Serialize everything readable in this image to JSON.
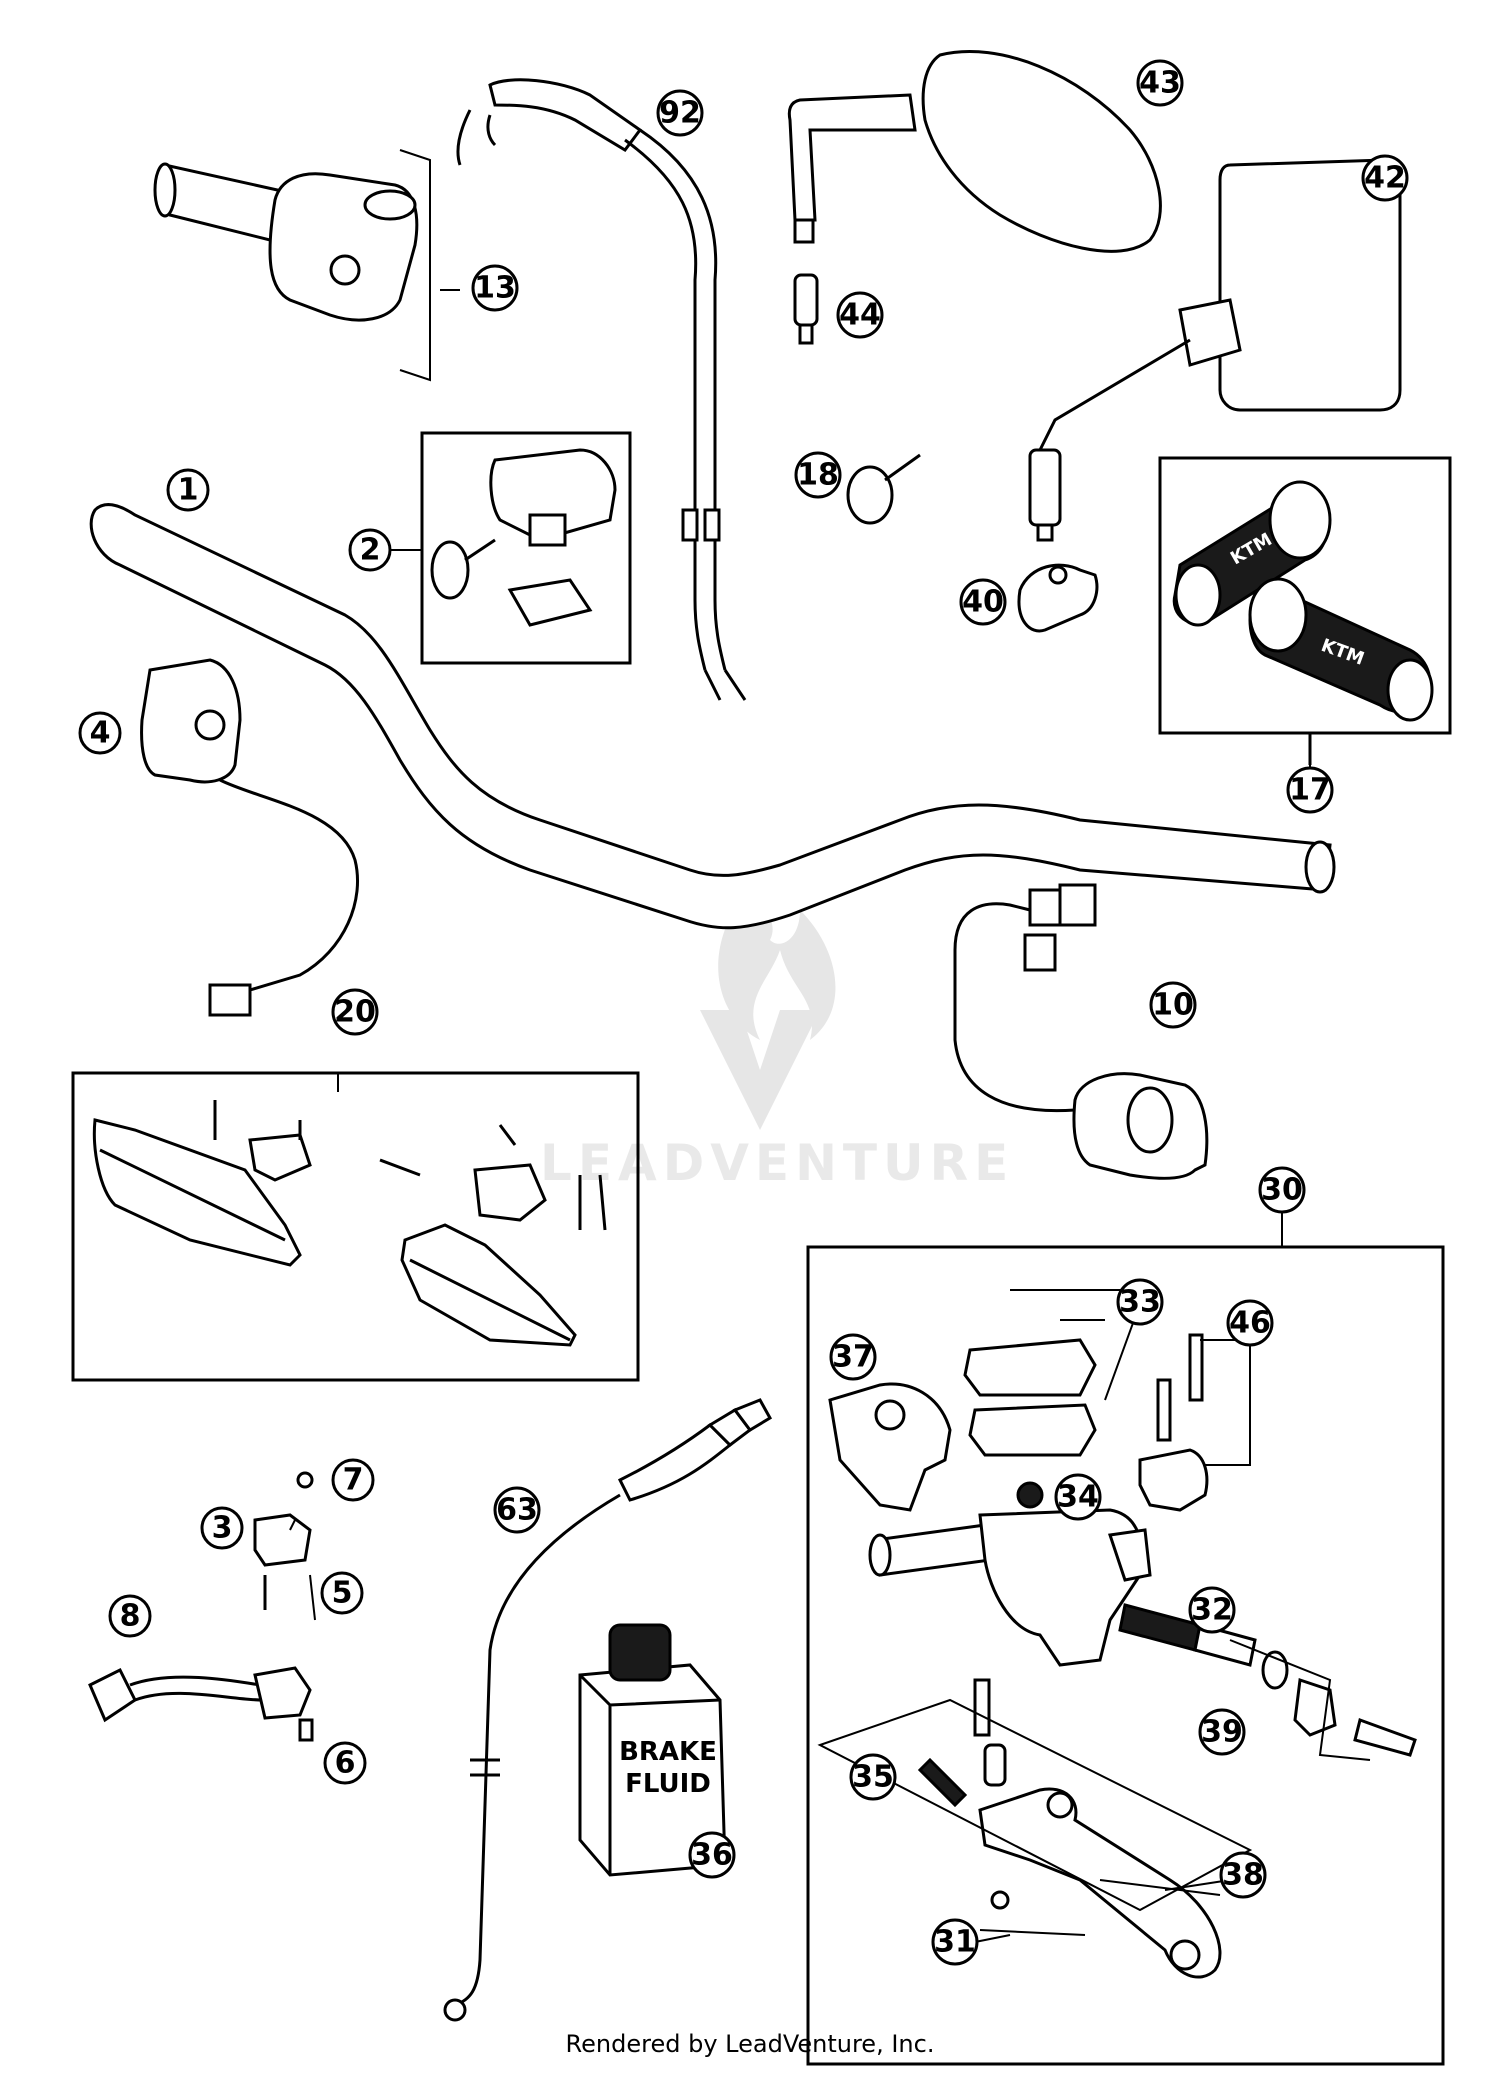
{
  "diagram": {
    "watermark": "LEADVENTURE",
    "footer": "Rendered by LeadVenture, Inc.",
    "brake_fluid_label": [
      "BRAKE",
      "FLUID"
    ],
    "grip_marking": "KTM",
    "callouts": [
      {
        "id": "c1",
        "label": "1"
      },
      {
        "id": "c2",
        "label": "2"
      },
      {
        "id": "c3",
        "label": "3"
      },
      {
        "id": "c4",
        "label": "4"
      },
      {
        "id": "c5",
        "label": "5"
      },
      {
        "id": "c6",
        "label": "6"
      },
      {
        "id": "c7",
        "label": "7"
      },
      {
        "id": "c8",
        "label": "8"
      },
      {
        "id": "c10",
        "label": "10"
      },
      {
        "id": "c13",
        "label": "13"
      },
      {
        "id": "c17",
        "label": "17"
      },
      {
        "id": "c18",
        "label": "18"
      },
      {
        "id": "c20",
        "label": "20"
      },
      {
        "id": "c30",
        "label": "30"
      },
      {
        "id": "c31",
        "label": "31"
      },
      {
        "id": "c32",
        "label": "32"
      },
      {
        "id": "c33",
        "label": "33"
      },
      {
        "id": "c34",
        "label": "34"
      },
      {
        "id": "c35",
        "label": "35"
      },
      {
        "id": "c36",
        "label": "36"
      },
      {
        "id": "c37",
        "label": "37"
      },
      {
        "id": "c38",
        "label": "38"
      },
      {
        "id": "c39",
        "label": "39"
      },
      {
        "id": "c40",
        "label": "40"
      },
      {
        "id": "c42",
        "label": "42"
      },
      {
        "id": "c43",
        "label": "43"
      },
      {
        "id": "c44",
        "label": "44"
      },
      {
        "id": "c46",
        "label": "46"
      },
      {
        "id": "c63",
        "label": "63"
      },
      {
        "id": "c92",
        "label": "92"
      }
    ]
  }
}
